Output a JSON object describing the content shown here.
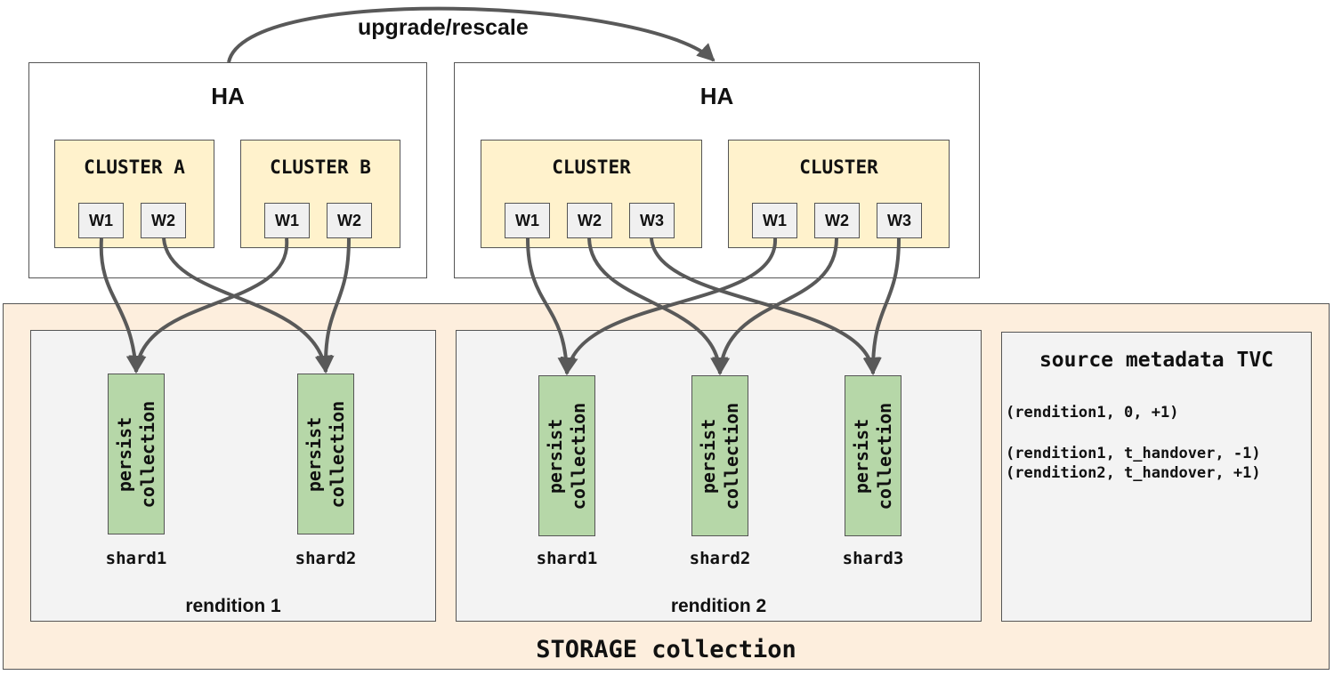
{
  "upgrade_label": "upgrade/rescale",
  "ha_left": {
    "title": "HA",
    "clusters": [
      {
        "title": "CLUSTER A",
        "workers": [
          "W1",
          "W2"
        ]
      },
      {
        "title": "CLUSTER B",
        "workers": [
          "W1",
          "W2"
        ]
      }
    ]
  },
  "ha_right": {
    "title": "HA",
    "clusters": [
      {
        "title": "CLUSTER",
        "workers": [
          "W1",
          "W2",
          "W3"
        ]
      },
      {
        "title": "CLUSTER",
        "workers": [
          "W1",
          "W2",
          "W3"
        ]
      }
    ]
  },
  "storage": {
    "label": "STORAGE collection",
    "rendition1": {
      "label": "rendition 1",
      "shards": [
        {
          "text": "persist\ncollection",
          "label": "shard1"
        },
        {
          "text": "persist\ncollection",
          "label": "shard2"
        }
      ]
    },
    "rendition2": {
      "label": "rendition 2",
      "shards": [
        {
          "text": "persist\ncollection",
          "label": "shard1"
        },
        {
          "text": "persist\ncollection",
          "label": "shard2"
        },
        {
          "text": "persist\ncollection",
          "label": "shard3"
        }
      ]
    },
    "tvc": {
      "title": "source metadata TVC",
      "lines": [
        "(rendition1, 0, +1)",
        "(rendition1, t_handover, -1)",
        "(rendition2, t_handover, +1)"
      ]
    }
  },
  "colors": {
    "cluster_fill": "#fff2cc",
    "worker_fill": "#f0f0f0",
    "storage_fill": "#fdeedd",
    "rendition_fill": "#f3f3f3",
    "shard_fill": "#b6d7a8",
    "arrow": "#595959"
  }
}
